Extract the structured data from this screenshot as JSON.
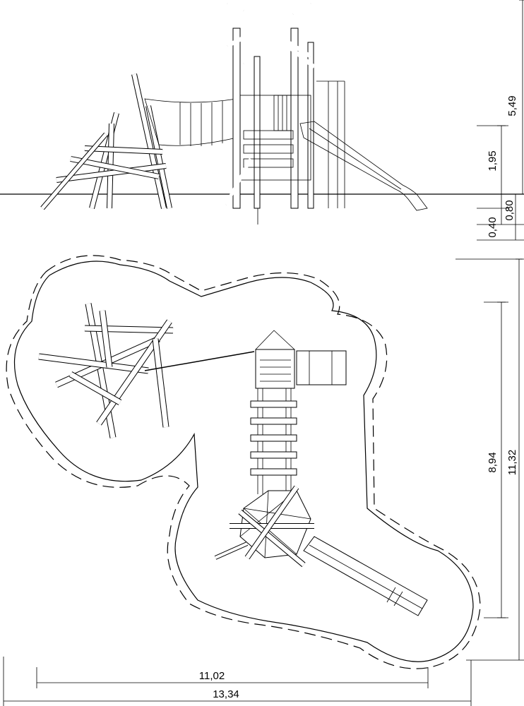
{
  "views": {
    "elevation": {
      "name": "side-elevation"
    },
    "plan": {
      "name": "top-plan"
    }
  },
  "dimensions": {
    "total_height": "5,49",
    "platform_height": "1,95",
    "foundation_depth": "0,40",
    "footing_depth": "0,80",
    "plan_depth": "8,94",
    "area_depth": "11,32",
    "plan_width": "11,02",
    "area_width": "13,34"
  },
  "colors": {
    "line": "#000000",
    "background": "#ffffff"
  }
}
